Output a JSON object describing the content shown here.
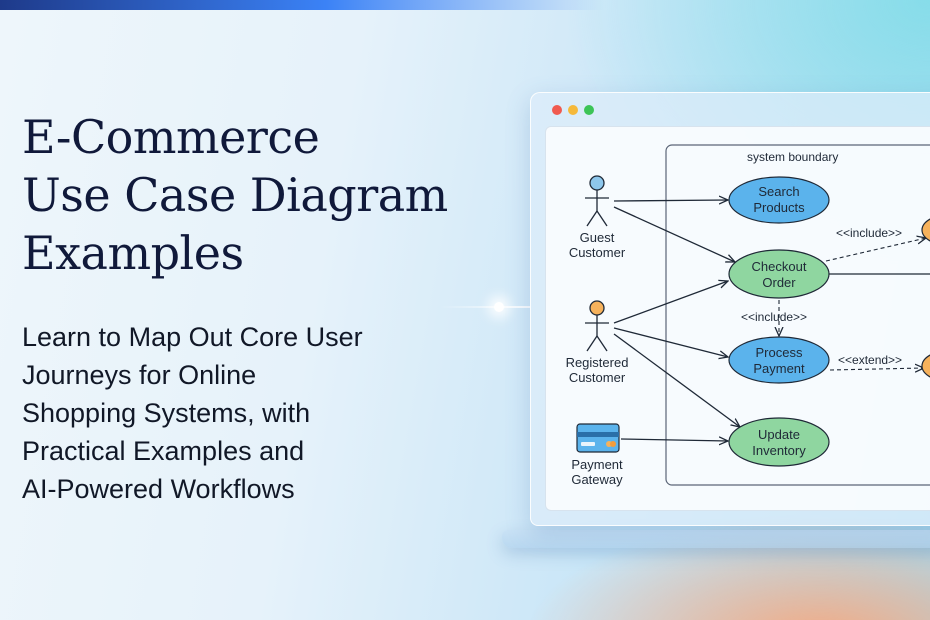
{
  "hero": {
    "title_lines": [
      "E-Commerce",
      "Use Case Diagram",
      "Examples"
    ],
    "subtitle_lines": [
      "Learn to Map Out Core User",
      "Journeys for Online",
      "Shopping Systems, with",
      "Practical Examples and",
      "AI-Powered Workflows"
    ]
  },
  "diagram": {
    "boundary_label": "system boundary",
    "actors": {
      "guest": [
        "Guest",
        "Customer"
      ],
      "registered": [
        "Registered",
        "Customer"
      ],
      "gateway": [
        "Payment",
        "Gateway"
      ]
    },
    "use_cases": {
      "search": [
        "Search",
        "Products"
      ],
      "checkout": [
        "Checkout",
        "Order"
      ],
      "payment": [
        "Process",
        "Payment"
      ],
      "inventory": [
        "Update",
        "Inventory"
      ]
    },
    "relations": {
      "include_top": "<<include>>",
      "include_mid": "<<include>>",
      "extend": "<<extend>>"
    }
  },
  "colors": {
    "blue_fill": "#5bb3ec",
    "green_fill": "#8fd6a0",
    "orange": "#f6b25c",
    "actor_blue": "#8ec7ec",
    "ink": "#1f2937"
  }
}
